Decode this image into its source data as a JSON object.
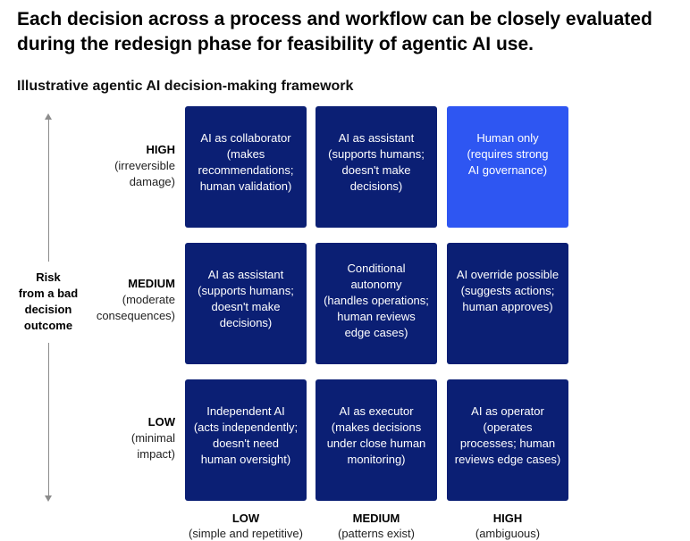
{
  "headline": "Each decision across a process and workflow can be closely evaluated during the redesign phase for feasibility of agentic AI use.",
  "subtitle": "Illustrative agentic AI decision-making framework",
  "y_axis": {
    "title": "Risk\nfrom a bad\ndecision\noutcome",
    "levels": [
      {
        "level": "HIGH",
        "desc": "(irreversible\ndamage)"
      },
      {
        "level": "MEDIUM",
        "desc": "(moderate\nconsequences)"
      },
      {
        "level": "LOW",
        "desc": "(minimal\nimpact)"
      }
    ]
  },
  "x_axis": {
    "levels": [
      {
        "level": "LOW",
        "desc": "(simple and repetitive)"
      },
      {
        "level": "MEDIUM",
        "desc": "(patterns exist)"
      },
      {
        "level": "HIGH",
        "desc": "(ambiguous)"
      }
    ]
  },
  "grid": [
    [
      "AI as collaborator\n(makes\nrecommendations;\nhuman validation)",
      "AI as assistant\n(supports humans;\ndoesn't make\ndecisions)",
      "Human only\n(requires strong\nAI governance)"
    ],
    [
      "AI as assistant\n(supports humans;\ndoesn't make\ndecisions)",
      "Conditional\nautonomy\n(handles operations;\nhuman reviews\nedge cases)",
      "AI override possible\n(suggests actions;\nhuman approves)"
    ],
    [
      "Independent AI\n(acts independently;\ndoesn't need\nhuman oversight)",
      "AI as executor\n(makes decisions\nunder close human\nmonitoring)",
      "AI as operator\n(operates\nprocesses; human\nreviews edge cases)"
    ]
  ],
  "colors": {
    "cell": "#0b1f74",
    "cell_highlight": "#2e56f2",
    "axis": "#8c8c8c"
  }
}
